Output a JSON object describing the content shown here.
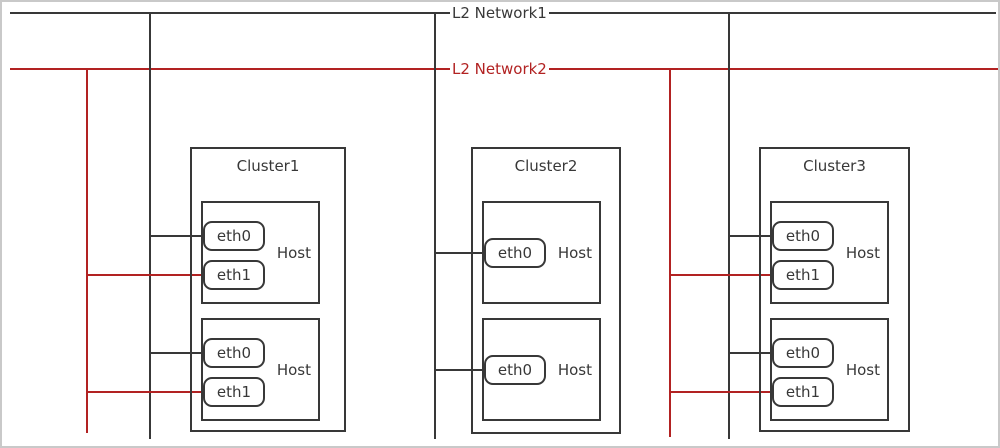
{
  "diagram": {
    "networks": [
      {
        "label": "L2 Network1",
        "color": "#383838"
      },
      {
        "label": "L2 Network2",
        "color": "#b22222"
      }
    ],
    "clusters": [
      {
        "label": "Cluster1",
        "hosts": [
          {
            "label": "Host",
            "interfaces": [
              {
                "label": "eth0",
                "connected_to": "L2 Network1"
              },
              {
                "label": "eth1",
                "connected_to": "L2 Network2"
              }
            ]
          },
          {
            "label": "Host",
            "interfaces": [
              {
                "label": "eth0",
                "connected_to": "L2 Network1"
              },
              {
                "label": "eth1",
                "connected_to": "L2 Network2"
              }
            ]
          }
        ]
      },
      {
        "label": "Cluster2",
        "hosts": [
          {
            "label": "Host",
            "interfaces": [
              {
                "label": "eth0",
                "connected_to": "L2 Network1"
              }
            ]
          },
          {
            "label": "Host",
            "interfaces": [
              {
                "label": "eth0",
                "connected_to": "L2 Network1"
              }
            ]
          }
        ]
      },
      {
        "label": "Cluster3",
        "hosts": [
          {
            "label": "Host",
            "interfaces": [
              {
                "label": "eth0",
                "connected_to": "L2 Network1"
              },
              {
                "label": "eth1",
                "connected_to": "L2 Network2"
              }
            ]
          },
          {
            "label": "Host",
            "interfaces": [
              {
                "label": "eth0",
                "connected_to": "L2 Network1"
              },
              {
                "label": "eth1",
                "connected_to": "L2 Network2"
              }
            ]
          }
        ]
      }
    ]
  }
}
